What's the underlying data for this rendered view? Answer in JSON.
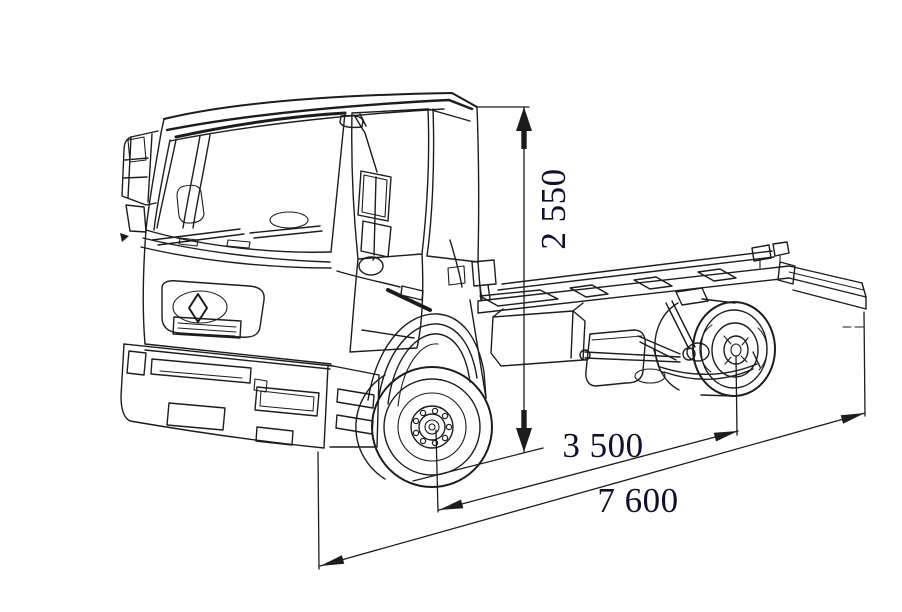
{
  "figure": {
    "background_color": "#ffffff",
    "line_color": "#1c1c1c",
    "label_color": "#10102a",
    "labels": {
      "height": "2 550",
      "wheelbase": "3 500",
      "overall_length": "7 600"
    }
  }
}
